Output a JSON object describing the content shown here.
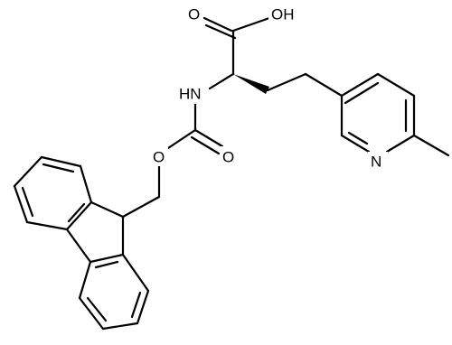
{
  "atom_labels": {
    "oh": "OH",
    "carbonyl_o_acid": "O",
    "nh": "HN",
    "ester_o": "O",
    "carbonyl_o_carbamate": "O",
    "pyridine_n": "N"
  }
}
